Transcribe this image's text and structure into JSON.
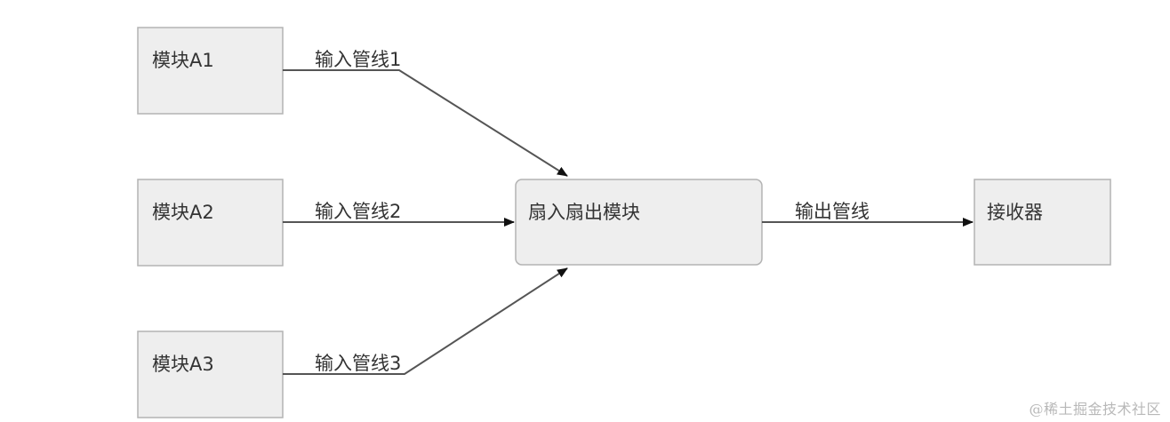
{
  "nodes": {
    "module_a1": {
      "label": "模块A1"
    },
    "module_a2": {
      "label": "模块A2"
    },
    "module_a3": {
      "label": "模块A3"
    },
    "fan_in_fan_out": {
      "label": "扇入扇出模块"
    },
    "receiver": {
      "label": "接收器"
    }
  },
  "edges": {
    "input_pipe_1": {
      "label": "输入管线1"
    },
    "input_pipe_2": {
      "label": "输入管线2"
    },
    "input_pipe_3": {
      "label": "输入管线3"
    },
    "output_pipe": {
      "label": "输出管线"
    }
  },
  "watermark": {
    "text": "@稀土掘金技术社区"
  },
  "colors": {
    "node_fill": "#eeeeee",
    "node_stroke": "#b3b3b3",
    "edge_stroke": "#555555",
    "text": "#333333"
  }
}
